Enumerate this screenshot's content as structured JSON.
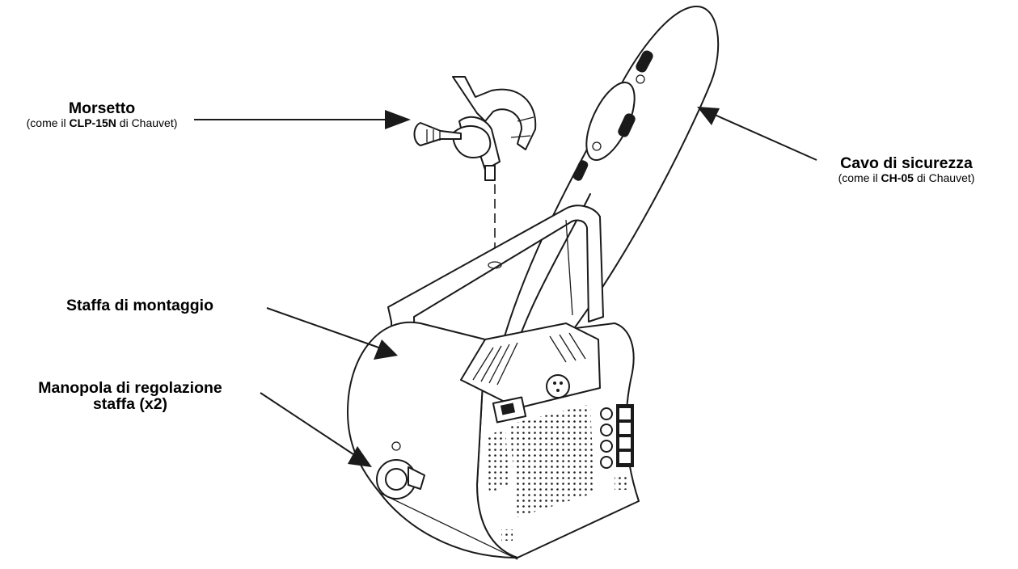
{
  "labels": {
    "clamp": {
      "title": "Morsetto",
      "sub_prefix": "(come il ",
      "sub_bold": "CLP-15N",
      "sub_suffix": " di Chauvet)"
    },
    "safety_cable": {
      "title": "Cavo di sicurezza",
      "sub_prefix": "(come il ",
      "sub_bold": "CH-05",
      "sub_suffix": " di Chauvet)"
    },
    "bracket": {
      "title": "Staffa di montaggio"
    },
    "knob": {
      "title_line1": "Manopola di regolazione",
      "title_line2": "staffa (x2)"
    }
  },
  "colors": {
    "line": "#1a1a1a",
    "background": "#ffffff"
  },
  "icons": [
    "arrow-icon",
    "clamp-icon",
    "fixture-icon",
    "safety-cable-icon"
  ]
}
